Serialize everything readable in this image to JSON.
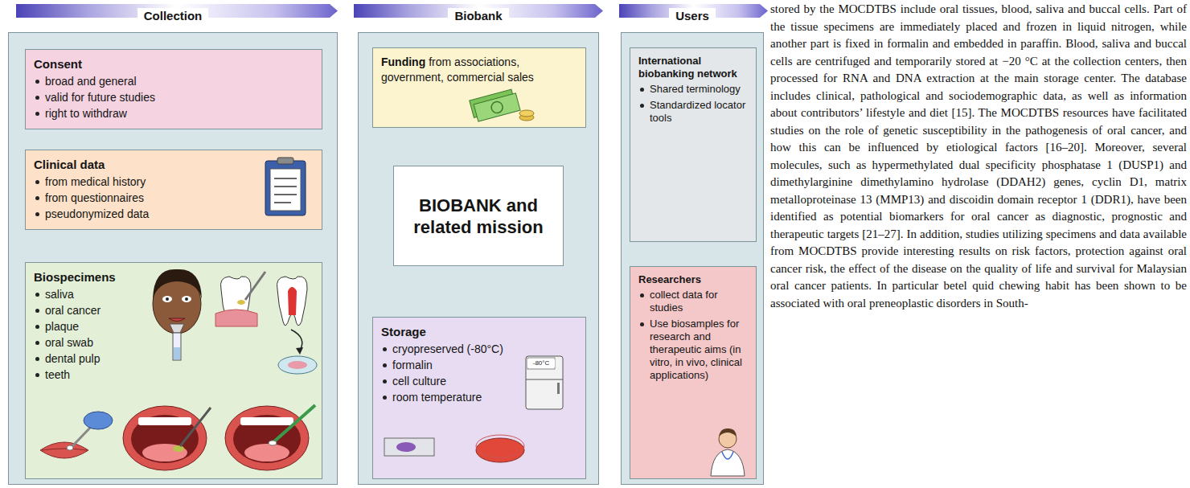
{
  "diagram": {
    "nodes": [
      {
        "text": [
          "Collection"
        ]
      },
      {
        "text": [
          "Consent",
          "broad and general",
          "valid for future studies",
          "right to withdraw"
        ],
        "in": 0
      },
      {
        "text": [
          "Clinical data",
          "from medical history",
          "from questionnaires",
          "pseudonymized data"
        ],
        "in": 0
      },
      {
        "text": [
          "Biospecimens",
          "saliva",
          "oral cancer",
          "plaque",
          "oral swab",
          "dental pulp",
          "teeth"
        ],
        "in": 0
      },
      {
        "text": [
          "Biobank"
        ]
      },
      {
        "text": [
          "Funding",
          "from associations, government, commercial sales"
        ],
        "in": 4
      },
      {
        "text": [
          "BIOBANK and related mission"
        ],
        "in": 4
      },
      {
        "text": [
          "Storage",
          "cryopreserved (-80°C)",
          "formalin",
          "cell culture",
          "room temperature"
        ],
        "in": 4
      },
      {
        "text": [
          "Users"
        ]
      },
      {
        "text": [
          "International biobanking network",
          "Shared terminology",
          "Standardized locator tools"
        ],
        "in": 8
      },
      {
        "text": [
          "Researchers",
          "collect data for studies",
          "Use biosamples for research and therapeutic aims (in vitro, in vivo, clinical applications)"
        ],
        "in": 8
      }
    ],
    "labels": [
      "stored by the MOCDTBS include oral tissues, blood, saliva and buccal cells. Part of the tissue specimens are immediately placed and frozen in liquid nitrogen, while another part is fixed in formalin and embedded in paraffin. Blood, saliva and buccal cells are centrifuged and temporarily stored at −20 °C at the collection centers, then processed for RNA and DNA extraction at the main storage center. The database includes clinical, pathological and sociodemographic data, as well as information about contributors’ lifestyle and diet [15]. The MOCDTBS resources have facilitated studies on the role of genetic susceptibility in the pathogenesis of oral cancer, and how this can be influenced by etiological factors [16–20]. Moreover, several molecules, such as hypermethylated dual specificity phosphatase 1 (DUSP1) and dimethylarginine dimethylamino hydrolase (DDAH2) genes, cyclin D1, matrix metalloproteinase 13 (MMP13) and discoidin domain receptor 1 (DDR1), have been identified as potential biomarkers for oral cancer as diagnostic, prognostic and therapeutic targets [21–27]. In addition, studies utilizing specimens and data available from MOCDTBS provide interesting results on risk factors, protection against oral cancer risk, the effect of the disease on the quality of life and survival for Malaysian oral cancer patients. In particular betel quid chewing habit has been shown to be associated with oral preneoplastic disorders in South-",
      "-80°C"
    ]
  }
}
